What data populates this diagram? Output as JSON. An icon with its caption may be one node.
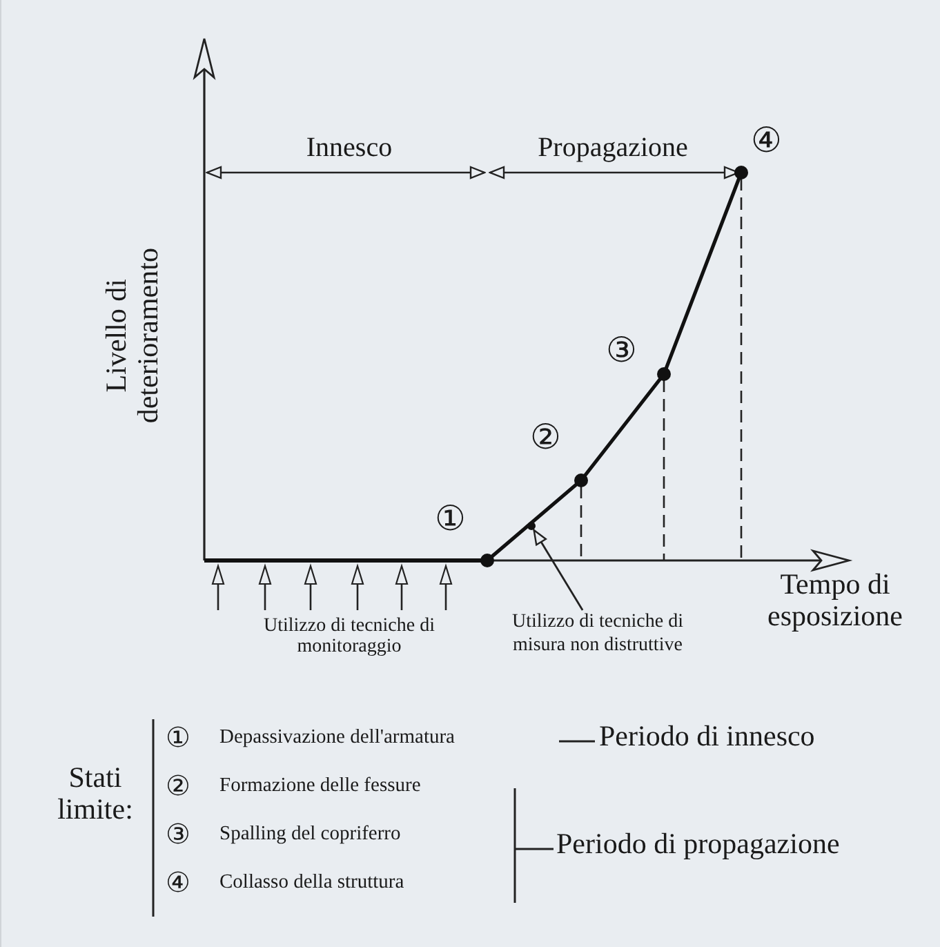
{
  "diagram": {
    "nodes": [
      {
        "text": [
          "Utilizzo di tecniche di misura non distruttive"
        ]
      },
      {
        "text": [],
        "shape": "circle"
      }
    ],
    "edges": [
      {
        "from": 0,
        "to": 1,
        "arrow": "to"
      }
    ],
    "labels": [
      "Innesco",
      "Propagazione",
      "④",
      "③",
      "②",
      "①",
      "Livello di deterioramento",
      "Tempo di esposizione",
      "Utilizzo di tecniche di monitoraggio",
      "Stati limite:",
      "①",
      "Depassivazione dell'armatura",
      "Periodo di innesco",
      "②",
      "Formazione delle fessure",
      "③",
      "Spalling del copriferro",
      "④",
      "Collasso della struttura",
      "Periodo di propagazione"
    ]
  }
}
